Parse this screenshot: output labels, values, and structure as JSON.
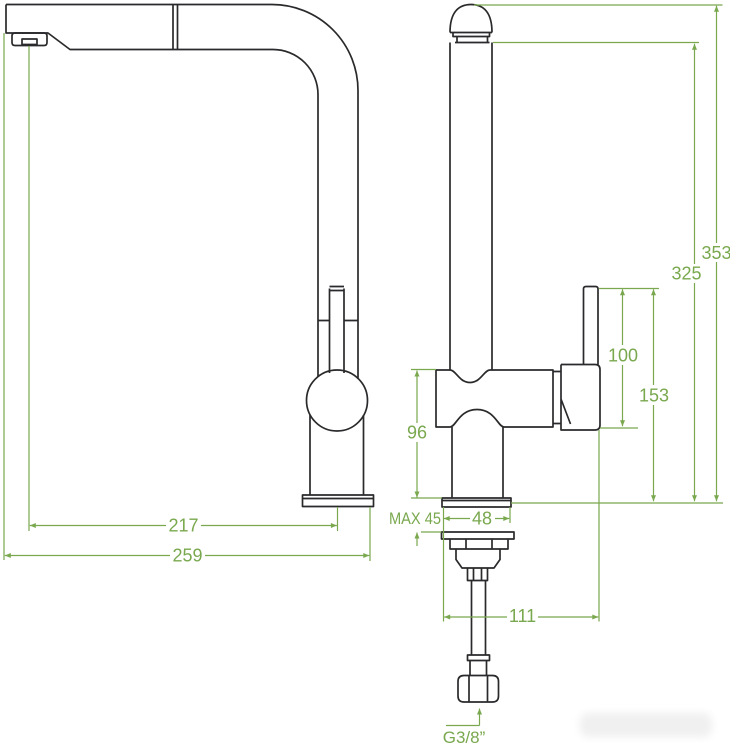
{
  "drawing": {
    "subject": "Kitchen faucet dimensional technical drawing, side view and front view",
    "units": "mm",
    "colors": {
      "outline": "#2a2a2c",
      "dimension": "#79a84e",
      "background": "#ffffff",
      "watermark": "#f0f0f0"
    },
    "labels": {
      "spout_reach": "217",
      "total_reach": "259",
      "total_height": "353",
      "spout_height": "325",
      "handle_length": "100",
      "handle_to_deck": "153",
      "body_height": "96",
      "max_deck_thickness": "MAX 45",
      "base_width": "48",
      "base_depth": "111",
      "connection_thread": "G3/8”"
    }
  }
}
